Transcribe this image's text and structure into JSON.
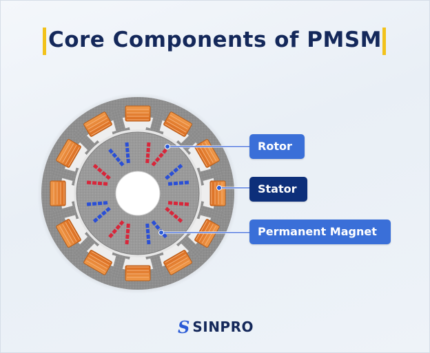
{
  "title": "Core Components of PMSM",
  "labels": {
    "rotor": "Rotor",
    "stator": "Stator",
    "magnet": "Permanent Magnet"
  },
  "logo": {
    "mark": "S",
    "text": "SINPRO"
  },
  "colors": {
    "title": "#14285a",
    "accent_bar": "#f2c21b",
    "rotor_label": "#3a6fd8",
    "stator_label": "#0d2f7a",
    "magnet_label": "#3a6fd8",
    "stator_body": "#8c8c8c",
    "rotor_body": "#9a9a9a",
    "coil": "#e07a2a",
    "magnet_north": "#d8263a",
    "magnet_south": "#2a4fd6"
  },
  "diagram": {
    "stator_slots": 12,
    "magnet_pole_pairs": 8
  }
}
